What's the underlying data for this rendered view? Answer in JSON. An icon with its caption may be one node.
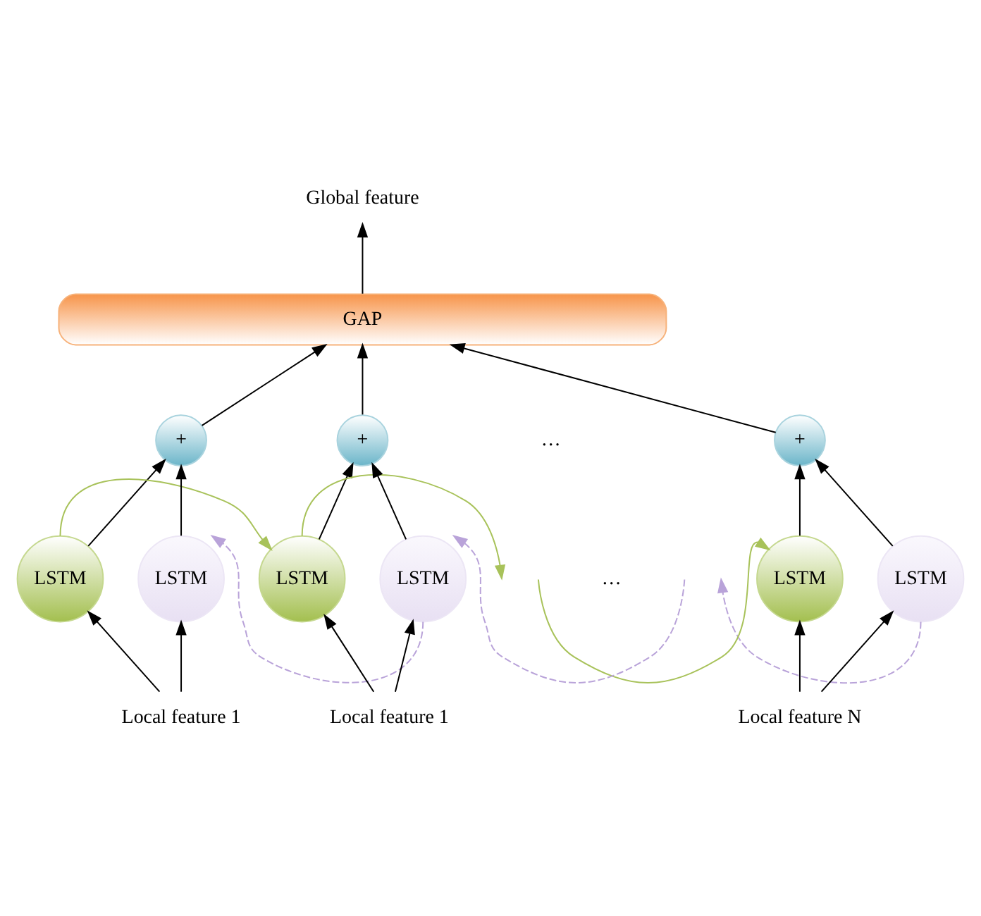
{
  "diagram": {
    "nodes": [
      {
        "text": [
          "Global feature"
        ]
      },
      {
        "text": [
          "GAP"
        ]
      },
      {
        "text": [
          "+"
        ]
      },
      {
        "text": [
          "+"
        ]
      },
      {
        "text": [
          "+"
        ]
      },
      {
        "text": [
          "LSTM"
        ]
      },
      {
        "text": [
          "LSTM"
        ]
      },
      {
        "text": [
          "LSTM"
        ]
      },
      {
        "text": [
          "LSTM"
        ]
      },
      {
        "text": [
          "LSTM"
        ]
      },
      {
        "text": [
          "LSTM"
        ]
      },
      {
        "text": [
          "Local feature 1"
        ]
      },
      {
        "text": [
          "Local feature 1"
        ]
      },
      {
        "text": [
          "Local feature N"
        ]
      }
    ],
    "edges": [
      {
        "from": 1,
        "to": 0,
        "arrow": "to"
      },
      {
        "from": 2,
        "to": 1,
        "arrow": "to"
      },
      {
        "from": 3,
        "to": 1,
        "arrow": "to"
      },
      {
        "from": 4,
        "to": 1,
        "arrow": "to"
      },
      {
        "from": 5,
        "to": 2,
        "arrow": "to"
      },
      {
        "from": 6,
        "to": 2,
        "arrow": "to"
      },
      {
        "from": 7,
        "to": 3,
        "arrow": "to"
      },
      {
        "from": 8,
        "to": 3,
        "arrow": "to"
      },
      {
        "from": 9,
        "to": 4,
        "arrow": "to"
      },
      {
        "from": 10,
        "to": 4,
        "arrow": "to"
      },
      {
        "from": 11,
        "to": 5,
        "arrow": "to"
      },
      {
        "from": 11,
        "to": 6,
        "arrow": "to"
      },
      {
        "from": 12,
        "to": 7,
        "arrow": "to"
      },
      {
        "from": 12,
        "to": 8,
        "arrow": "to"
      },
      {
        "from": 13,
        "to": 9,
        "arrow": "to"
      },
      {
        "from": 13,
        "to": 10,
        "arrow": "to"
      },
      {
        "from": 5,
        "to": 7,
        "arrow": "to",
        "color": "#a8c25a"
      },
      {
        "from": 7,
        "to": null,
        "arrow": "to",
        "color": "#a8c25a"
      },
      {
        "from": null,
        "to": 9,
        "arrow": "to",
        "color": "#a8c25a"
      },
      {
        "from": 8,
        "to": 6,
        "arrow": "to",
        "style": "dashed",
        "color": "#b9a3d9"
      },
      {
        "from": null,
        "to": 8,
        "arrow": "to",
        "style": "dashed",
        "color": "#b9a3d9"
      },
      {
        "from": 10,
        "to": null,
        "arrow": "to",
        "style": "dashed",
        "color": "#b9a3d9"
      }
    ],
    "labels": [
      "…",
      "…"
    ]
  }
}
